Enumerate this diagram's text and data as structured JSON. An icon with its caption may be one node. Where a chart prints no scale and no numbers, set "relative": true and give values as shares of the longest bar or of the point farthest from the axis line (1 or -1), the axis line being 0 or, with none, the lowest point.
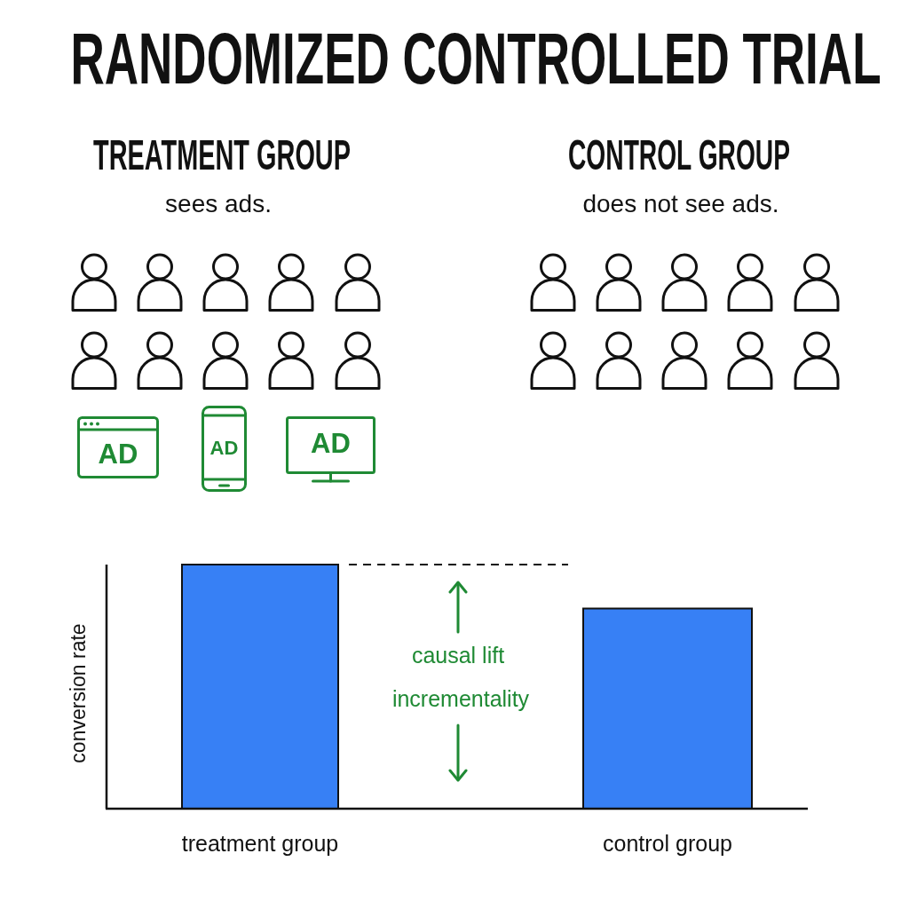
{
  "diagram": {
    "title": "RANDOMIZED CONTROLLED TRIAL",
    "nodes": [
      {
        "text": [
          "AD"
        ]
      },
      {
        "text": [
          "AD"
        ]
      },
      {
        "text": [
          "AD"
        ]
      }
    ],
    "labels": [
      "TREATMENT GROUP",
      "CONTROL GROUP",
      "sees ads.",
      "does not see ads."
    ],
    "chart_data": {
      "type": "bar",
      "ylabel": "conversion rate",
      "categories": [
        "treatment group",
        "control group"
      ],
      "series": [
        {
          "color": "#3780f5",
          "values": [
            1,
            0.82
          ]
        }
      ],
      "relative": true,
      "annotations": [
        {
          "text": "causal lift"
        },
        {
          "text": "incrementality"
        }
      ]
    }
  }
}
